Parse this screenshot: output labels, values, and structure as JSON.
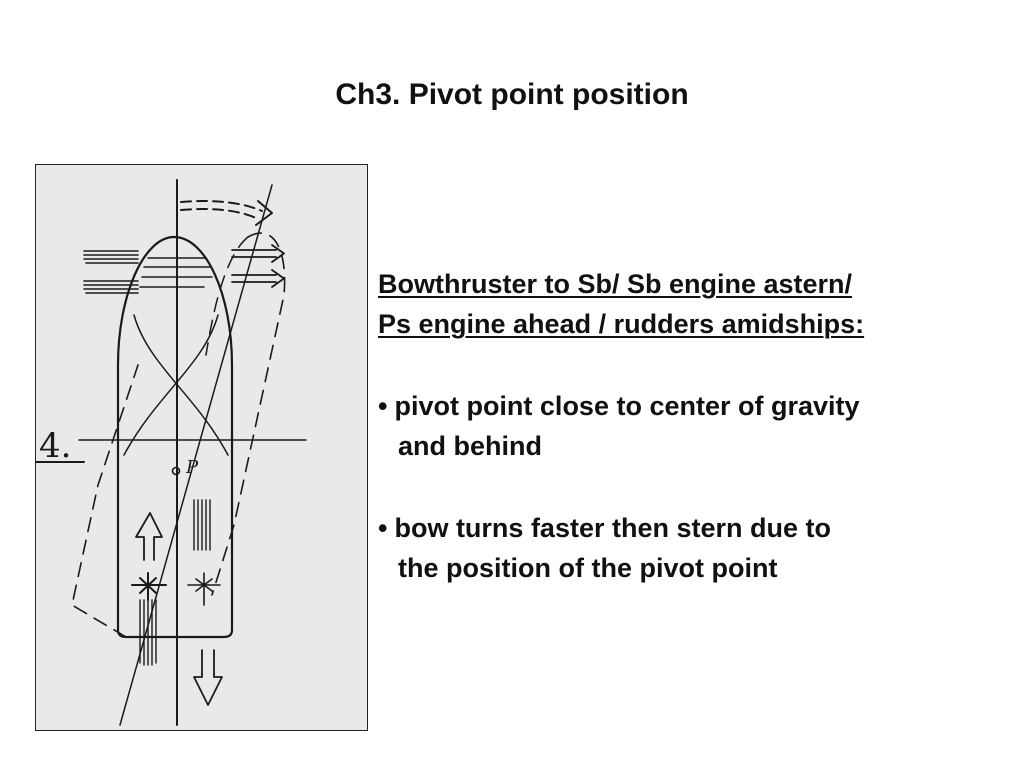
{
  "title": "Ch3. Pivot point position",
  "diagram": {
    "figure_number": "4.",
    "pivot_label": "P"
  },
  "heading": {
    "line1": "Bowthruster to Sb/ Sb engine astern/",
    "line2": "Ps engine ahead / rudders amidships:"
  },
  "bullets": [
    {
      "marker": "•",
      "line1": "pivot point close to center of gravity",
      "line2": "and behind"
    },
    {
      "marker": "•",
      "line1": "bow turns faster then stern due to",
      "line2": "the position of the pivot point"
    }
  ]
}
